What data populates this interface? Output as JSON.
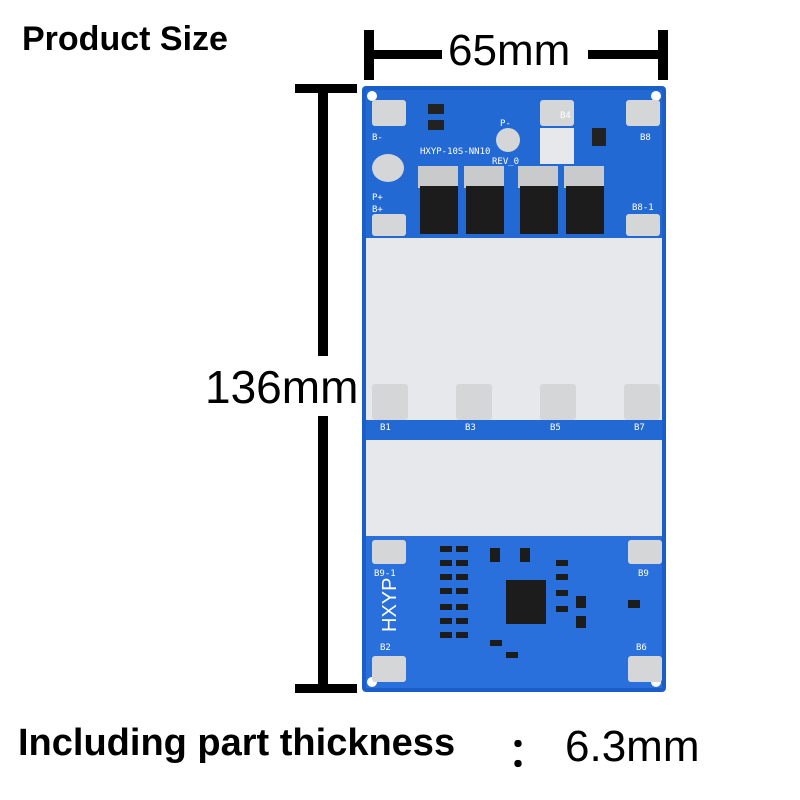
{
  "title": "Product Size",
  "dimensions": {
    "width": "65mm",
    "height": "136mm"
  },
  "thickness": {
    "label": "Including part thickness",
    "separator": "：",
    "value": "6.3mm"
  },
  "board": {
    "model": "HXYP-10S-NN10",
    "rev": "REV_0",
    "brand": "HXYP",
    "pads": [
      "B-",
      "P-",
      "B4",
      "B8",
      "P+",
      "B+",
      "B8-1",
      "B1",
      "B3",
      "B5",
      "B7",
      "B9-1",
      "B9",
      "B2",
      "B6"
    ],
    "colors": {
      "pcb_blue": "#1a5fc8",
      "copper_area": "#e6e8ec",
      "pad_silver": "#d4d6d8",
      "mosfet": "#1c1c1c"
    }
  }
}
